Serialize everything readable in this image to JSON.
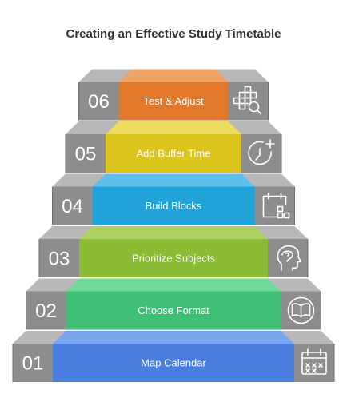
{
  "title": "Creating an Effective Study Timetable",
  "colors": {
    "gray_face": "#8d8d8d",
    "gray_top": "#b8b8b8",
    "gray_side": "#a2a2a2",
    "gray_edge": "#6f6f6f"
  },
  "steps": [
    {
      "number": "01",
      "label": "Map Calendar",
      "color": "#4a7de0",
      "top_color": "#7aa4ee",
      "icon": "calendar-icon"
    },
    {
      "number": "02",
      "label": "Choose Format",
      "color": "#3fbf76",
      "top_color": "#6fd99c",
      "icon": "open-book-icon"
    },
    {
      "number": "03",
      "label": "Prioritize Subjects",
      "color": "#8cbb34",
      "top_color": "#aed361",
      "icon": "head-profile-icon"
    },
    {
      "number": "04",
      "label": "Build Blocks",
      "color": "#21a3d9",
      "top_color": "#5cc0ea",
      "icon": "calendar-blocks-icon"
    },
    {
      "number": "05",
      "label": "Add Buffer Time",
      "color": "#dcc61e",
      "top_color": "#ecdb5c",
      "icon": "clock-plus-icon"
    },
    {
      "number": "06",
      "label": "Test & Adjust",
      "color": "#e2792a",
      "top_color": "#efa263",
      "icon": "grid-search-icon"
    }
  ]
}
